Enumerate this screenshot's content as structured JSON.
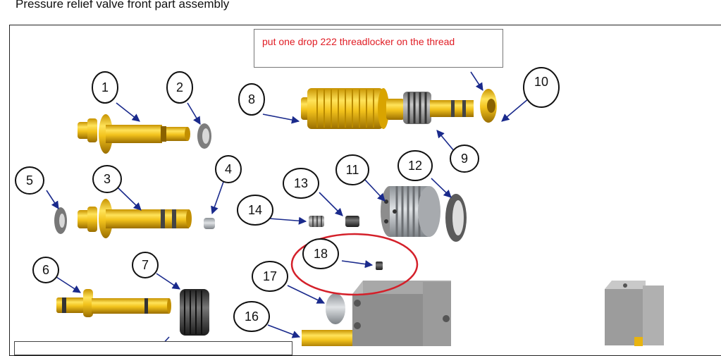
{
  "page": {
    "title": "Pressure relief valve front part assembly"
  },
  "note": {
    "text": "put one drop 222 threadlocker on the thread",
    "color": "#e01c24"
  },
  "callouts": {
    "c1": "1",
    "c2": "2",
    "c3": "3",
    "c4": "4",
    "c5": "5",
    "c6": "6",
    "c7": "7",
    "c8": "8",
    "c9": "9",
    "c10": "10",
    "c11": "11",
    "c12": "12",
    "c13": "13",
    "c14": "14",
    "c16": "16",
    "c17": "17",
    "c18": "18"
  },
  "colors": {
    "brass": "#e8b410",
    "brass_dark": "#a87a00",
    "rubber": "#3a3a3a",
    "highlight_circle": "#d4202a",
    "arrow": "#1a2a8c",
    "steel": "#b8bcc0"
  }
}
